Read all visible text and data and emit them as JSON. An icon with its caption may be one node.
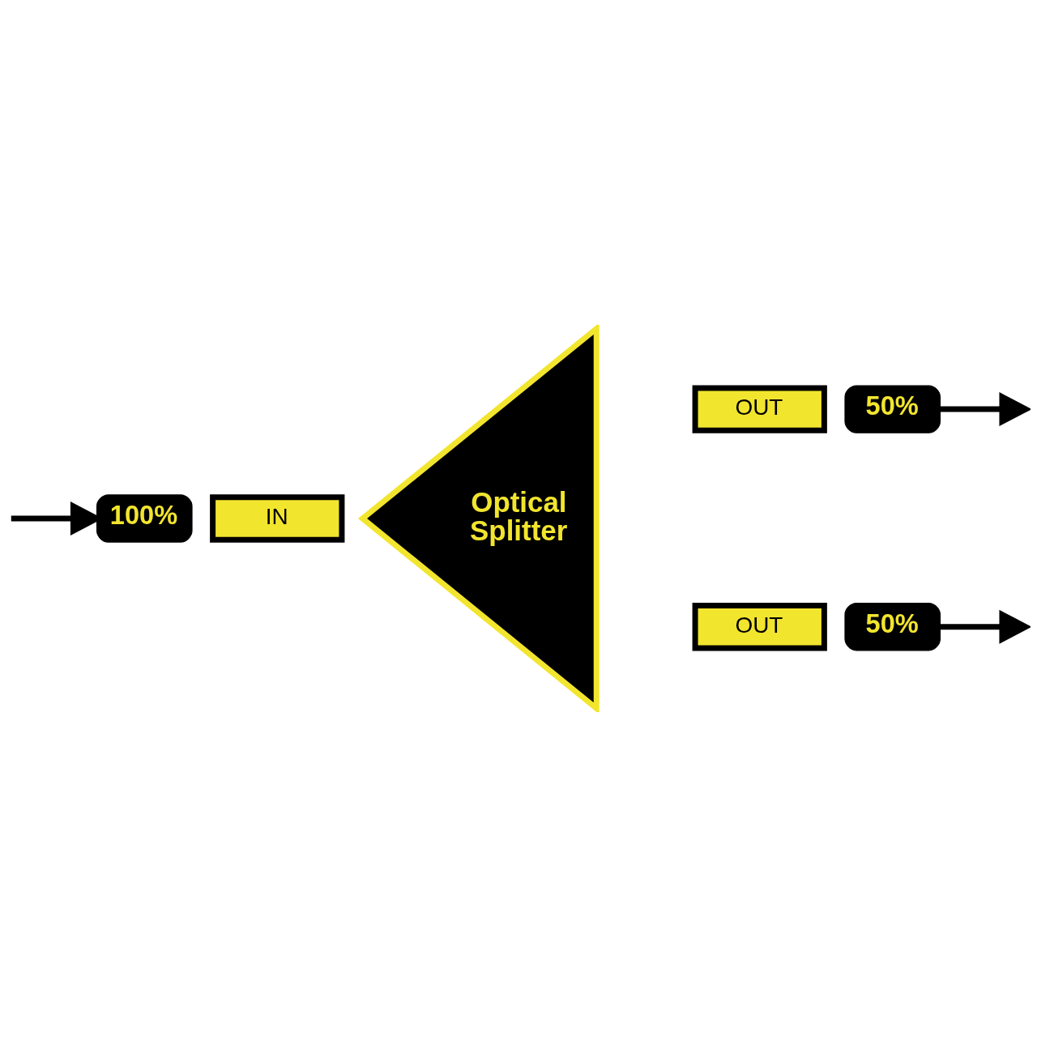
{
  "diagram": {
    "nodes": [
      {
        "text": [
          "Optical Splitter"
        ]
      },
      {
        "text": [
          "100%"
        ]
      },
      {
        "text": [
          "IN"
        ]
      },
      {
        "text": [
          "OUT"
        ]
      },
      {
        "text": [
          "50%"
        ]
      },
      {
        "text": [
          "OUT"
        ]
      },
      {
        "text": [
          "50%"
        ]
      }
    ],
    "edges": [
      {
        "from": null,
        "to": 1,
        "arrow": "to"
      },
      {
        "from": 4,
        "to": null,
        "arrow": "to"
      },
      {
        "from": 6,
        "to": null,
        "arrow": "to"
      }
    ]
  }
}
